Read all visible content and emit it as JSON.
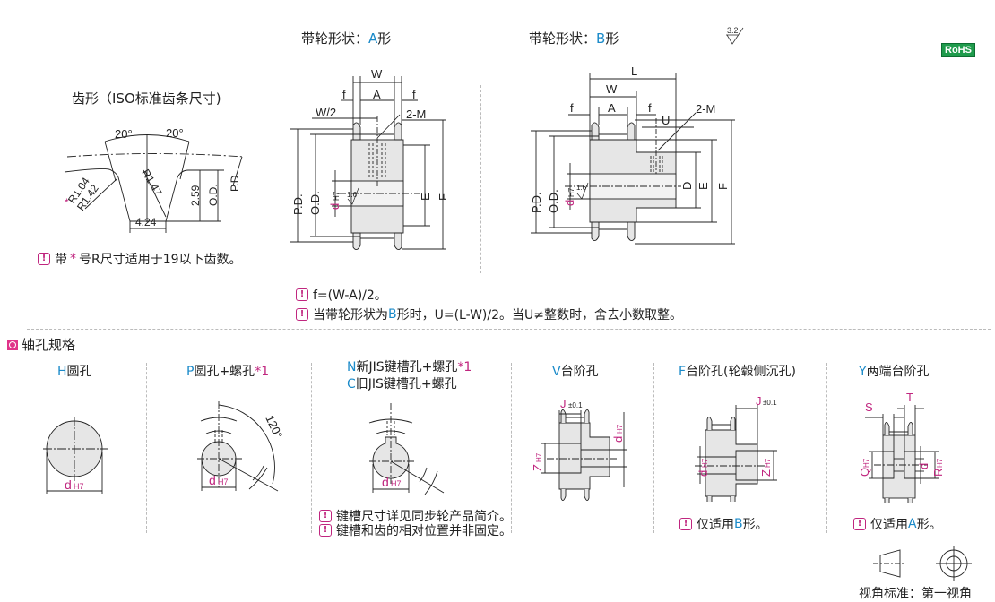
{
  "badge": {
    "rohs": "RoHS"
  },
  "surface_roughness": {
    "value": "3.2"
  },
  "tooth_profile": {
    "title": "齿形（ISO标准齿条尺寸)",
    "angle_left": "20°",
    "angle_right": "20°",
    "r_star": "*",
    "r1": "R1.04",
    "r2": "R1.42",
    "r3": "R1.47",
    "depth": "2.59",
    "od": "O.D.",
    "pd": "P.D.",
    "width": "4.24",
    "note_prefix": "带",
    "note_star": "*",
    "note_suffix": "号R尺寸适用于19以下齿数。"
  },
  "shape_a": {
    "title_prefix": "带轮形状：",
    "title_letter": "A",
    "title_suffix": "形",
    "labels": {
      "W": "W",
      "f_left": "f",
      "A": "A",
      "f_right": "f",
      "W2": "W/2",
      "M": "2-M",
      "PD": "P.D.",
      "OD": "O.D.",
      "d": "d",
      "H7": "H7",
      "rough": "1.6",
      "E": "E",
      "F": "F"
    }
  },
  "shape_b": {
    "title_prefix": "带轮形状：",
    "title_letter": "B",
    "title_suffix": "形",
    "labels": {
      "L": "L",
      "W": "W",
      "f_left": "f",
      "A": "A",
      "f_right": "f",
      "U": "U",
      "M": "2-M",
      "PD": "P.D.",
      "OD": "O.D.",
      "d": "d",
      "H7": "H7",
      "rough": "1.6",
      "D": "D",
      "E": "E",
      "F": "F"
    }
  },
  "formula_notes": {
    "note1": "f=(W-A)/2。",
    "note2_prefix": "当带轮形状为",
    "note2_letter": "B",
    "note2_suffix": "形时，U=(L-W)/2。当U≠整数时，舍去小数取整。"
  },
  "bore_spec": {
    "section_title": "轴孔规格",
    "types": [
      {
        "letter": "H",
        "name": "圆孔",
        "dim": "d",
        "sub": "H7"
      },
      {
        "letter": "P",
        "name": "圆孔+螺孔",
        "mark": "*1",
        "dim": "d",
        "sub": "H7",
        "angle": "120°"
      },
      {
        "letter": "N",
        "name": "新JIS键槽孔+螺孔",
        "mark": "*1",
        "letter2": "C",
        "name2": "旧JIS键槽孔+螺孔",
        "dim": "d",
        "sub": "H7",
        "note1": "键槽尺寸详见同步轮产品简介。",
        "note2": "键槽和齿的相对位置并非固定。"
      },
      {
        "letter": "V",
        "name": "台阶孔",
        "J": "J",
        "J_tol": "±0.1",
        "d": "d",
        "dsub": "H7",
        "Z": "Z",
        "Zsub": "H7"
      },
      {
        "letter": "F",
        "name": "台阶孔(轮毂侧沉孔)",
        "J": "J",
        "J_tol": "±0.1",
        "d": "d",
        "dsub": "H7",
        "Z": "Z",
        "Zsub": "H7",
        "note_prefix": "仅适用",
        "note_letter": "B",
        "note_suffix": "形。"
      },
      {
        "letter": "Y",
        "name": "两端台阶孔",
        "S": "S",
        "T": "T",
        "Q": "Q",
        "Qsub": "H7",
        "d": "d",
        "R": "R",
        "Rsub": "H7",
        "note_prefix": "仅适用",
        "note_letter": "A",
        "note_suffix": "形。"
      }
    ]
  },
  "projection": {
    "label": "视角标准：第一视角"
  }
}
